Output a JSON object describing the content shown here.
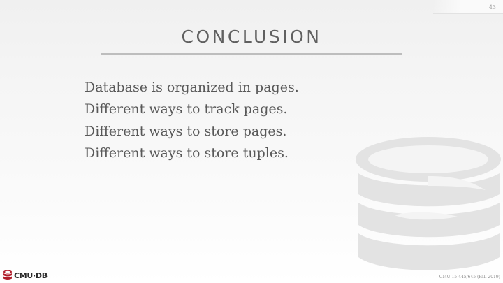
{
  "slide": {
    "page_number": "43",
    "title": "CONCLUSION",
    "bullets": [
      "Database is organized in pages.",
      "Different ways to track pages.",
      "Different ways to store pages.",
      "Different ways to store tuples."
    ]
  },
  "footer": {
    "logo_text": "CMU·DB",
    "course": "CMU 15-445/645 (Fall 2019)"
  },
  "icons": {
    "watermark": "database-icon",
    "logo": "cmu-db-logo-icon"
  },
  "colors": {
    "title": "#606060",
    "text": "#585858",
    "rule": "#bdbdbd",
    "logo_red": "#b01d2b",
    "watermark": "#e3e3e3"
  }
}
